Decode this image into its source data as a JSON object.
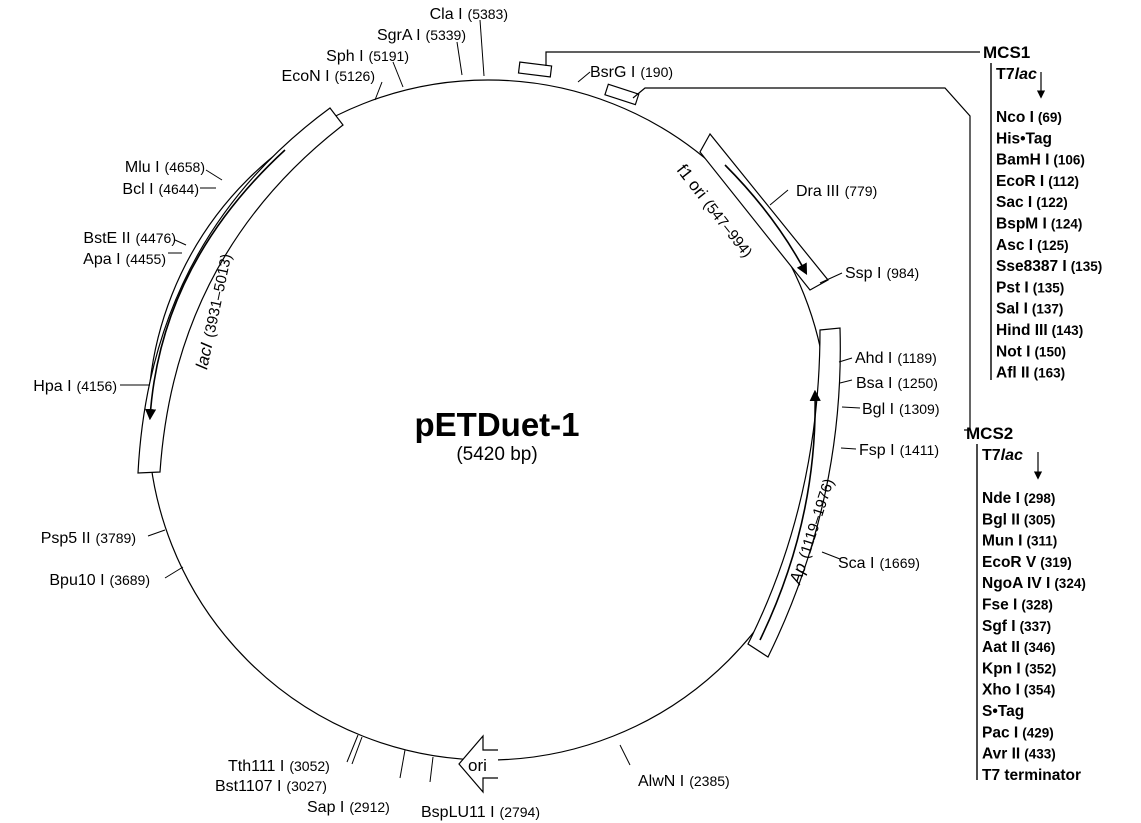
{
  "plasmid": {
    "name": "pETDuet-1",
    "size_label": "(5420 bp)"
  },
  "features": {
    "f1_ori": {
      "label": "f1 ori",
      "range": "(547–994)"
    },
    "ap": {
      "label": "Ap",
      "range": "(1119–1976)"
    },
    "laci": {
      "label": "lacI",
      "range": "(3931–5013)"
    },
    "ori": {
      "label": "ori"
    }
  },
  "sites_right": [
    {
      "name": "BsrG I",
      "pos": "(190)"
    },
    {
      "name": "Dra III",
      "pos": "(779)"
    },
    {
      "name": "Ssp I",
      "pos": "(984)"
    },
    {
      "name": "Ahd I",
      "pos": "(1189)"
    },
    {
      "name": "Bsa I",
      "pos": "(1250)"
    },
    {
      "name": "Bgl I",
      "pos": "(1309)"
    },
    {
      "name": "Fsp I",
      "pos": "(1411)"
    },
    {
      "name": "Sca I",
      "pos": "(1669)"
    },
    {
      "name": "AlwN I",
      "pos": "(2385)"
    }
  ],
  "sites_bottom": [
    {
      "name": "BspLU11 I",
      "pos": "(2794)"
    },
    {
      "name": "Sap I",
      "pos": "(2912)"
    },
    {
      "name": "Bst1107 I",
      "pos": "(3027)"
    },
    {
      "name": "Tth111 I",
      "pos": "(3052)"
    }
  ],
  "sites_left": [
    {
      "name": "Bpu10 I",
      "pos": "(3689)"
    },
    {
      "name": "Psp5 II",
      "pos": "(3789)"
    },
    {
      "name": "Hpa I",
      "pos": "(4156)"
    },
    {
      "name": "Apa I",
      "pos": "(4455)"
    },
    {
      "name": "BstE II",
      "pos": "(4476)"
    },
    {
      "name": "Bcl I",
      "pos": "(4644)"
    },
    {
      "name": "Mlu I",
      "pos": "(4658)"
    }
  ],
  "sites_top": [
    {
      "name": "EcoN I",
      "pos": "(5126)"
    },
    {
      "name": "Sph I",
      "pos": "(5191)"
    },
    {
      "name": "SgrA I",
      "pos": "(5339)"
    },
    {
      "name": "Cla I",
      "pos": "(5383)"
    }
  ],
  "mcs1": {
    "title": "MCS1",
    "promoter": "T7",
    "promoter_suffix": "lac",
    "items": [
      {
        "name": "Nco I",
        "pos": "(69)"
      },
      {
        "name": "His•Tag",
        "pos": ""
      },
      {
        "name": "BamH I",
        "pos": "(106)"
      },
      {
        "name": "EcoR I",
        "pos": "(112)"
      },
      {
        "name": "Sac I",
        "pos": "(122)"
      },
      {
        "name": "BspM I",
        "pos": "(124)"
      },
      {
        "name": "Asc I",
        "pos": "(125)"
      },
      {
        "name": "Sse8387 I",
        "pos": "(135)"
      },
      {
        "name": "Pst I",
        "pos": "(135)"
      },
      {
        "name": "Sal I",
        "pos": "(137)"
      },
      {
        "name": "Hind III",
        "pos": "(143)"
      },
      {
        "name": "Not I",
        "pos": "(150)"
      },
      {
        "name": "Afl II",
        "pos": "(163)"
      }
    ]
  },
  "mcs2": {
    "title": "MCS2",
    "promoter": "T7",
    "promoter_suffix": "lac",
    "items": [
      {
        "name": "Nde I",
        "pos": "(298)"
      },
      {
        "name": "Bgl II",
        "pos": "(305)"
      },
      {
        "name": "Mun I",
        "pos": "(311)"
      },
      {
        "name": "EcoR V",
        "pos": "(319)"
      },
      {
        "name": "NgoA IV I",
        "pos": "(324)"
      },
      {
        "name": "Fse I",
        "pos": "(328)"
      },
      {
        "name": "Sgf I",
        "pos": "(337)"
      },
      {
        "name": "Aat II",
        "pos": "(346)"
      },
      {
        "name": "Kpn I",
        "pos": "(352)"
      },
      {
        "name": "Xho I",
        "pos": "(354)"
      },
      {
        "name": "S•Tag",
        "pos": ""
      },
      {
        "name": "Pac I",
        "pos": "(429)"
      },
      {
        "name": "Avr II",
        "pos": "(433)"
      },
      {
        "name": "T7 terminator",
        "pos": ""
      }
    ]
  }
}
